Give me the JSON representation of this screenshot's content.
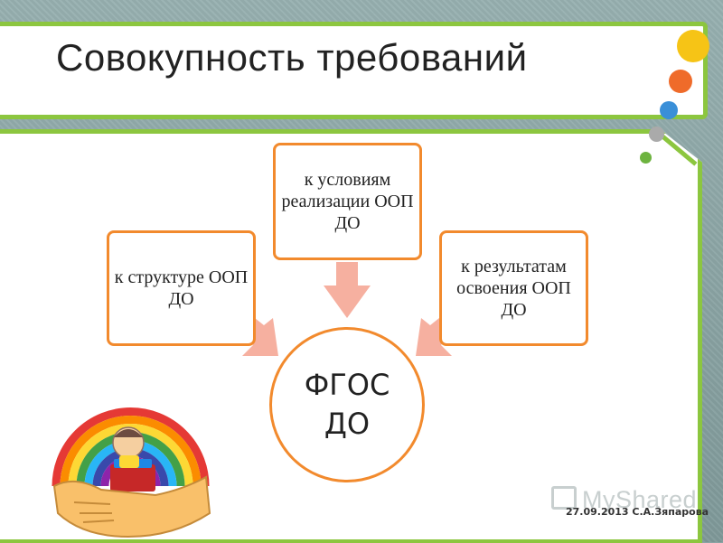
{
  "slide": {
    "title": "Совокупность требований",
    "colors": {
      "accent_green": "#8cc63f",
      "box_border": "#f28a2d",
      "arrow_fill": "#f6b0a0",
      "background": "#8aa4a4"
    }
  },
  "diagram": {
    "center": "ФГОС ДО",
    "boxes": [
      {
        "label": "к структуре ООП ДО"
      },
      {
        "label": "к условиям реализации ООП ДО"
      },
      {
        "label": "к результатам освоения ООП ДО"
      }
    ]
  },
  "decor": {
    "dots": [
      "yellow",
      "orange",
      "blue",
      "gray",
      "green"
    ],
    "logo_icon": "rainbow-child-hands-icon"
  },
  "watermark": {
    "text": "MyShared"
  },
  "footer": {
    "text": "27.09.2013 С.А.Зяпарова"
  }
}
